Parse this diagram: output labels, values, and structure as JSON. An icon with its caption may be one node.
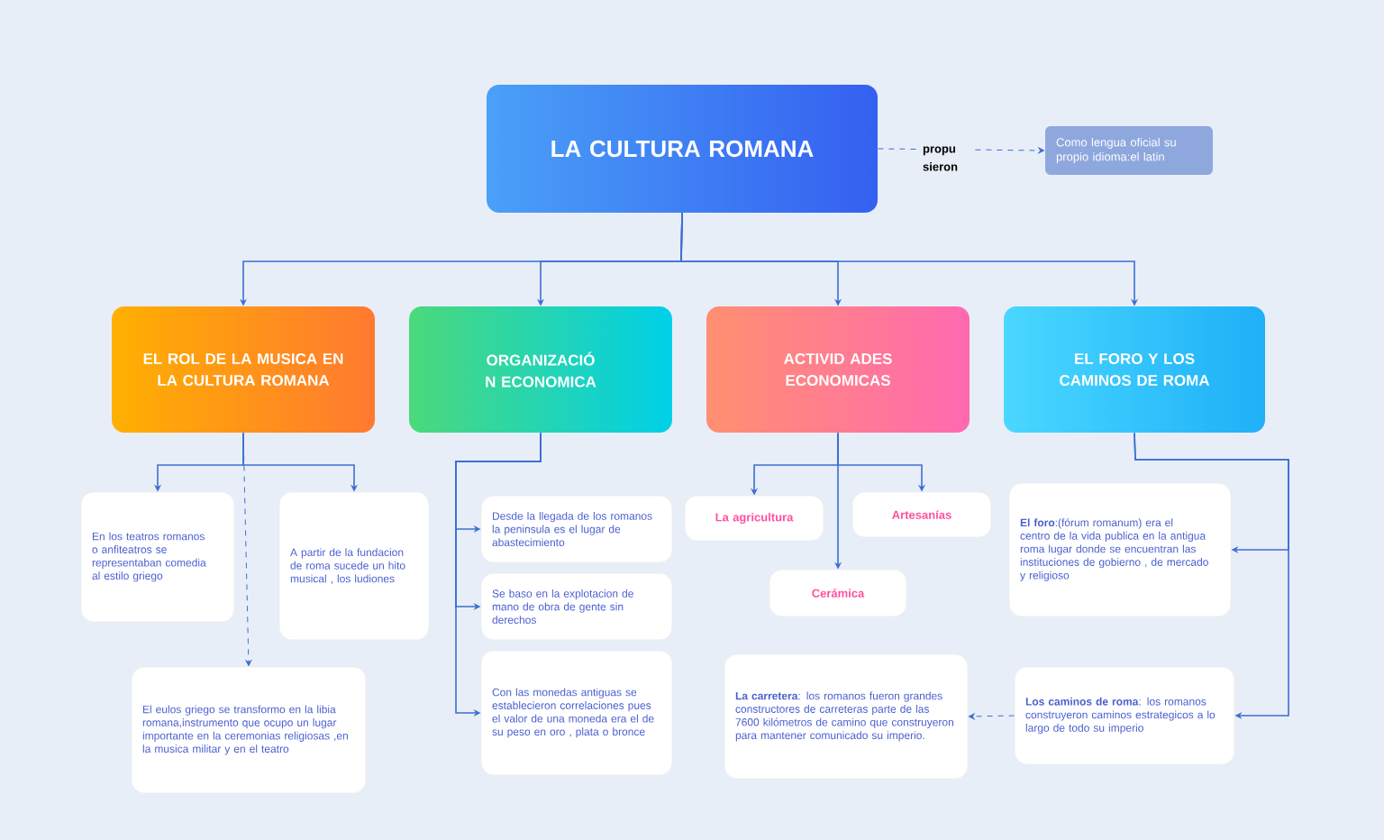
{
  "diagram": {
    "nodes": [
      {
        "text": [
          "LA CULTURA ROMANA"
        ]
      },
      {
        "text": [
          "Como lengua oficial su propio idioma:el latin"
        ]
      },
      {
        "text": [
          "EL ROL DE LA MUSICA EN LA CULTURA ROMANA"
        ]
      },
      {
        "text": [
          "ORGANIZACIÓ N ECONOMICA"
        ]
      },
      {
        "text": [
          "ACTIVID ADES ECONOMICAS"
        ]
      },
      {
        "text": [
          "EL FORO Y LOS CAMINOS DE ROMA"
        ]
      },
      {
        "text": [
          "En los teatros romanos o anfiteatros se representaban comedia al estilo griego"
        ]
      },
      {
        "text": [
          "A partir de la fundacion de roma sucede un hito musical , los ludiones"
        ]
      },
      {
        "text": [
          "El eulos griego se transformo en la libia romana,instrumento que ocupo un lugar importante en la ceremonias religiosas ,en la musica militar y en el teatro"
        ]
      },
      {
        "text": [
          "Desde la llegada de los romanos la peninsula es el lugar de abastecimiento"
        ]
      },
      {
        "text": [
          "Se baso en la explotacion de mano de obra de gente sin derechos"
        ]
      },
      {
        "text": [
          "Con las monedas antiguas se establecieron correlaciones pues el valor de una moneda era el de su peso en oro , plata o bronce"
        ]
      },
      {
        "text": [
          "La agricultura"
        ]
      },
      {
        "text": [
          "Artesanías"
        ]
      },
      {
        "text": [
          "Cerámica"
        ]
      },
      {
        "text": [
          "**El foro**:(fórum romanum) era el centro de la vida publica en la antigua roma lugar donde se encuentran las instituciones de gobierno , de mercado y religioso"
        ]
      },
      {
        "text": [
          "**Los caminos de roma**: los romanos construyeron caminos estrategicos a lo largo de todo su imperio"
        ]
      },
      {
        "text": [
          "**La carretera**: los romanos fueron grandes constructores de carreteras parte de las 7600 kilómetros de camino que construyeron para mantener comunicado su imperio."
        ]
      }
    ],
    "edges": [
      {
        "from": 0,
        "to": 1,
        "arrow": "to",
        "label": "propu sieron",
        "style": "dashed"
      },
      {
        "from": 0,
        "to": 2,
        "arrow": "to"
      },
      {
        "from": 0,
        "to": 3,
        "arrow": "to"
      },
      {
        "from": 0,
        "to": 4,
        "arrow": "to"
      },
      {
        "from": 0,
        "to": 5,
        "arrow": "to"
      },
      {
        "from": 2,
        "to": 6,
        "arrow": "to"
      },
      {
        "from": 2,
        "to": 7,
        "arrow": "to"
      },
      {
        "from": 2,
        "to": 8,
        "arrow": "to",
        "style": "dashed"
      },
      {
        "from": 3,
        "to": 9,
        "arrow": "to"
      },
      {
        "from": 3,
        "to": 10,
        "arrow": "to"
      },
      {
        "from": 3,
        "to": 11,
        "arrow": "to"
      },
      {
        "from": 4,
        "to": 12,
        "arrow": "to"
      },
      {
        "from": 4,
        "to": 13,
        "arrow": "to"
      },
      {
        "from": 4,
        "to": 14,
        "arrow": "to"
      },
      {
        "from": 5,
        "to": 15,
        "arrow": "to"
      },
      {
        "from": 5,
        "to": 16,
        "arrow": "to"
      },
      {
        "from": 16,
        "to": 17,
        "arrow": "to",
        "style": "dashed"
      }
    ]
  }
}
